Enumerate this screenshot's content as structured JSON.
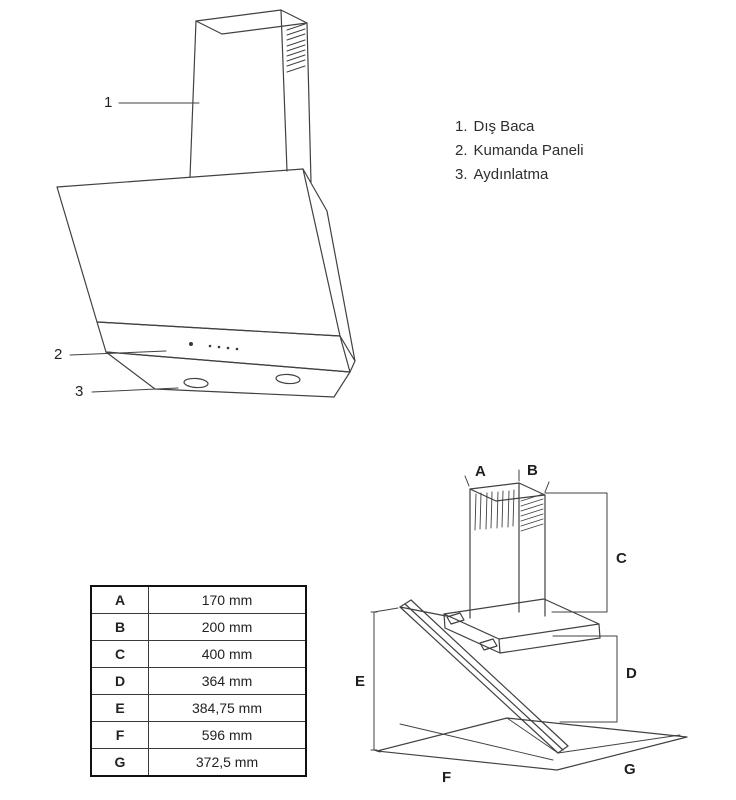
{
  "legend": {
    "items": [
      {
        "num": "1.",
        "label": "Dış Baca"
      },
      {
        "num": "2.",
        "label": "Kumanda Paneli"
      },
      {
        "num": "3.",
        "label": "Aydınlatma"
      }
    ]
  },
  "callouts": {
    "c1": "1",
    "c2": "2",
    "c3": "3"
  },
  "diagram_labels": [
    "A",
    "B",
    "C",
    "D",
    "E",
    "F",
    "G"
  ],
  "dimensions_table": {
    "rows": [
      {
        "key": "A",
        "value": "170 mm"
      },
      {
        "key": "B",
        "value": "200 mm"
      },
      {
        "key": "C",
        "value": "400 mm"
      },
      {
        "key": "D",
        "value": "364 mm"
      },
      {
        "key": "E",
        "value": "384,75 mm"
      },
      {
        "key": "F",
        "value": "596 mm"
      },
      {
        "key": "G",
        "value": "372,5 mm"
      }
    ]
  }
}
